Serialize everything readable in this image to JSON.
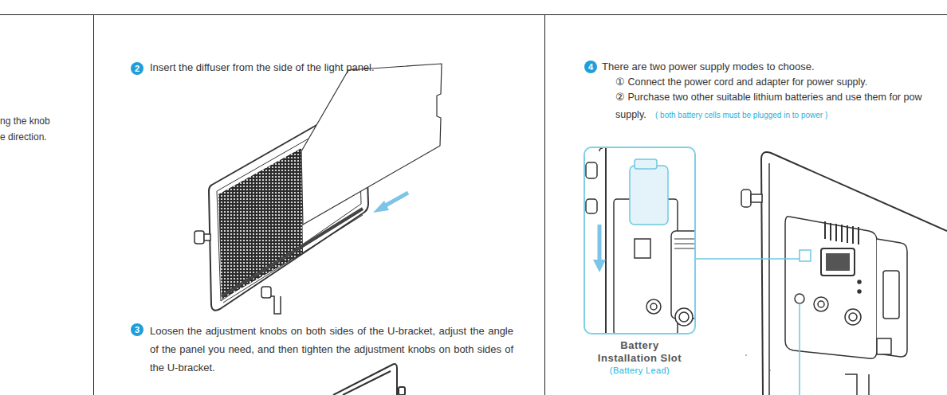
{
  "diagram": {
    "nodes": [
      {
        "text": [
          "2"
        ]
      },
      {
        "text": [
          "3"
        ]
      },
      {
        "text": [
          "4"
        ]
      },
      {
        "text": [
          "Battery Installation Slot",
          "(Battery Lead)"
        ]
      }
    ],
    "labels": [
      "ng the knob",
      "e direction.",
      "Insert the diffuser from the side of the light panel.",
      "Loosen the adjustment knobs on both sides of the U-bracket, adjust the angle of the panel you need, and then tighten the adjustment knobs on both sides of the U-bracket.",
      "There are two power supply modes to choose.",
      "① Connect the power cord and adapter for power supply.",
      "② Purchase two other suitable lithium batteries and use them for pow",
      "supply.",
      "( both battery cells must be plugged in to power )"
    ]
  }
}
